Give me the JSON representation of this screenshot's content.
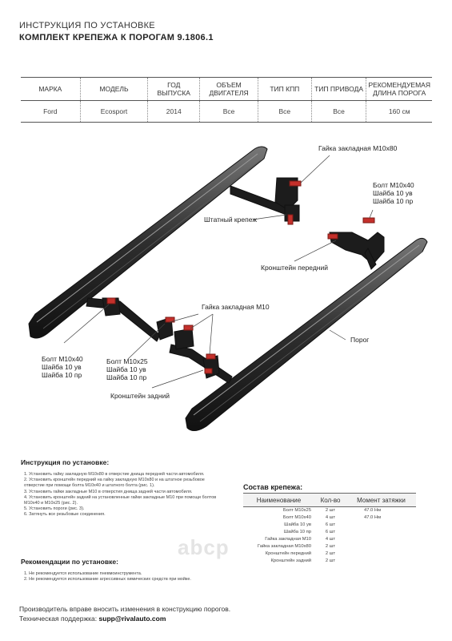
{
  "header": {
    "line1": "ИНСТРУКЦИЯ ПО УСТАНОВКЕ",
    "line2": "КОМПЛЕКТ КРЕПЕЖА К ПОРОГАМ 9.1806.1"
  },
  "spec_table": {
    "columns": [
      "МАРКА",
      "МОДЕЛЬ",
      "ГОД ВЫПУСКА",
      "ОБЪЕМ ДВИГАТЕЛЯ",
      "ТИП КПП",
      "ТИП ПРИВОДА",
      "РЕКОМЕНДУЕМАЯ ДЛИНА ПОРОГА"
    ],
    "row": [
      "Ford",
      "Ecosport",
      "2014",
      "Все",
      "Все",
      "Все",
      "160 см"
    ]
  },
  "diagram": {
    "label_nut_m10x80": "Гайка закладная М10х80",
    "label_bolt_m10x40_right": "Болт М10х40\nШайба 10 ув\nШайба 10 пр",
    "label_stock_mount": "Штатный крепеж",
    "label_front_bracket": "Кронштейн передний",
    "label_nut_m10": "Гайка закладная М10",
    "label_sill": "Порог",
    "label_bolt_m10x40_left": "Болт М10х40\nШайба 10 ув\nШайба 10 пр",
    "label_bolt_m10x25": "Болт М10х25\nШайба 10 ув\nШайба 10 пр",
    "label_rear_bracket": "Кронштейн задний"
  },
  "instructions": {
    "heading": "Инструкция по установке:",
    "steps": [
      "1. Установить гайку закладную М10х80 в отверстие днища передней части автомобиля.",
      "2. Установить кронштейн передний на гайку закладную М10х80 и на штатное резьбовое отверстие при помощи болта М10х40 и штатного болта (рис. 1).",
      "3. Установить гайки закладные М10 в отверстия днища задней части автомобиля.",
      "4. Установить кронштейн задний на установленные гайки закладные М10 при помощи болтов М10х40 и М10х25 (рис. 2).",
      "5. Установить пороги (рис. 3).",
      "6. Затянуть все резьбовые соединения."
    ]
  },
  "recommendations": {
    "heading": "Рекомендации по установке:",
    "items": [
      "1. Не рекомендуется использование пневмоинструмента.",
      "2. Не рекомендуется использование агрессивных химических средств при мойке."
    ]
  },
  "parts": {
    "heading": "Состав крепежа:",
    "columns": [
      "Наименование",
      "Кол-во",
      "Момент затяжки"
    ],
    "rows": [
      [
        "Болт М10х25",
        "2 шт",
        "47.0 Нм"
      ],
      [
        "Болт М10х40",
        "4 шт",
        "47.0 Нм"
      ],
      [
        "Шайба 10 ув",
        "6 шт",
        ""
      ],
      [
        "Шайба 10 пр",
        "6 шт",
        ""
      ],
      [
        "Гайка закладная М10",
        "4 шт",
        ""
      ],
      [
        "Гайка закладная М10х80",
        "2 шт",
        ""
      ],
      [
        "Кронштейн передний",
        "2 шт",
        ""
      ],
      [
        "Кронштейн задний",
        "2 шт",
        ""
      ]
    ]
  },
  "footer": {
    "line1": "Производитель вправе вносить изменения в конструкцию порогов.",
    "support_label": "Техническая поддержка:",
    "support_email": "supp@rivalauto.com"
  },
  "watermark": "abcp"
}
